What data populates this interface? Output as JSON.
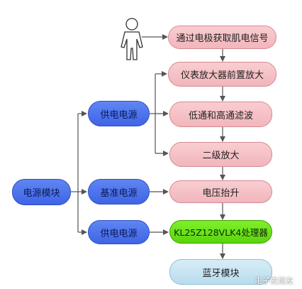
{
  "nodes": {
    "emg_signal": "通过电极获取肌电信号",
    "instrument_amp": "仪表放大器前置放大",
    "filter": "低通和高通滤波",
    "second_amp": "二级放大",
    "voltage_lift": "电压抬升",
    "processor": "KL25Z128VLK4处理器",
    "bluetooth": "蓝牙模块",
    "power_module": "电源模块",
    "supply_1": "供电电源",
    "reference": "基准电源",
    "supply_2": "供电电源"
  },
  "watermark": "电子发烧友",
  "icons": {
    "person": "person-icon"
  },
  "colors": {
    "pink": "#f5c2c7",
    "blue": "#4a6fec",
    "green": "#66e019",
    "light_blue": "#c8e6f3",
    "line": "#555555"
  }
}
